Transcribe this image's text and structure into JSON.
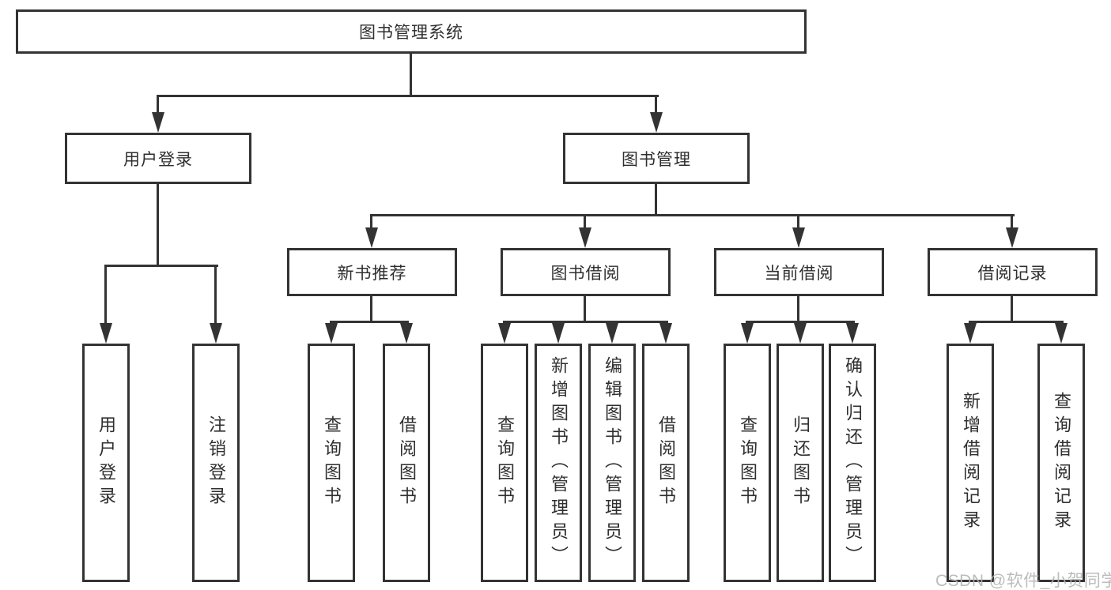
{
  "tree": {
    "root": {
      "label": "图书管理系统",
      "children": [
        {
          "label": "用户登录",
          "children": [
            {
              "label": "用户登录"
            },
            {
              "label": "注销登录"
            }
          ]
        },
        {
          "label": "图书管理",
          "children": [
            {
              "label": "新书推荐",
              "children": [
                {
                  "label": "查询图书"
                },
                {
                  "label": "借阅图书"
                }
              ]
            },
            {
              "label": "图书借阅",
              "children": [
                {
                  "label": "查询图书"
                },
                {
                  "label": "新增图书（管理员）"
                },
                {
                  "label": "编辑图书（管理员）"
                },
                {
                  "label": "借阅图书"
                }
              ]
            },
            {
              "label": "当前借阅",
              "children": [
                {
                  "label": "查询图书"
                },
                {
                  "label": "归还图书"
                },
                {
                  "label": "确认归还（管理员）"
                }
              ]
            },
            {
              "label": "借阅记录",
              "children": [
                {
                  "label": "新增借阅记录"
                },
                {
                  "label": "查询借阅记录"
                }
              ]
            }
          ]
        }
      ]
    }
  },
  "watermark": {
    "text": "CSDN @软件_小贺同学"
  },
  "colors": {
    "line": "#333333",
    "box_border": "#333333",
    "box_fill": "#ffffff",
    "text": "#2f2f2f",
    "watermark": "#b5b5b5"
  }
}
